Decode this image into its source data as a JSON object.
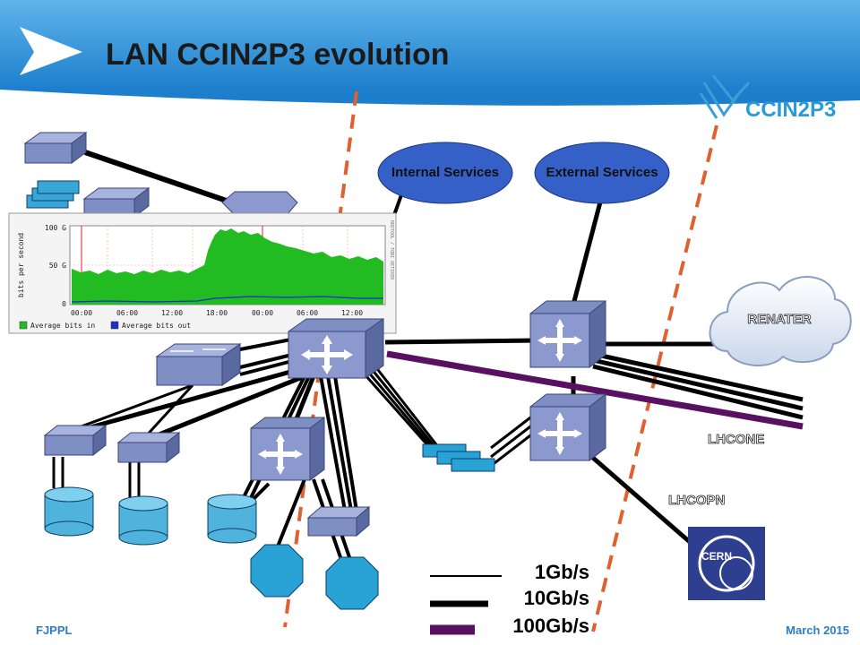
{
  "slide": {
    "title": "LAN CCIN2P3 evolution",
    "footer_left": "FJPPL",
    "footer_right": "March 2015",
    "logo_text": "CCIN2P3"
  },
  "services": {
    "internal": "Internal Services",
    "external": "External Services"
  },
  "networks": {
    "renater": "RENATER",
    "lhcone": "LHCONE",
    "lhcopn": "LHCOPN",
    "cern": "CERN"
  },
  "legend": [
    {
      "label": "1Gb/s",
      "color": "#000000"
    },
    {
      "label": "10Gb/s",
      "color": "#000000"
    },
    {
      "label": "100Gb/s",
      "color": "#5a1060"
    }
  ],
  "graph": {
    "ylabel": "bits per second",
    "yticks": [
      "100 G",
      "50 G",
      "0"
    ],
    "xticks": [
      "00:00",
      "06:00",
      "12:00",
      "18:00",
      "00:00",
      "06:00",
      "12:00"
    ],
    "legend_in": "Average bits in",
    "legend_out": "Average bits out",
    "side_text": "RRDTOOL / TOBI OETIKER",
    "color_in": "#22bb22",
    "color_out": "#1a2ecc"
  },
  "colors": {
    "banner": "#2a8fd6",
    "device": "#7f8fc4",
    "storage": "#4fb3dc",
    "ellipse": "#3560c8",
    "dashed_line": "#e06030",
    "link_100g": "#5a1060"
  }
}
